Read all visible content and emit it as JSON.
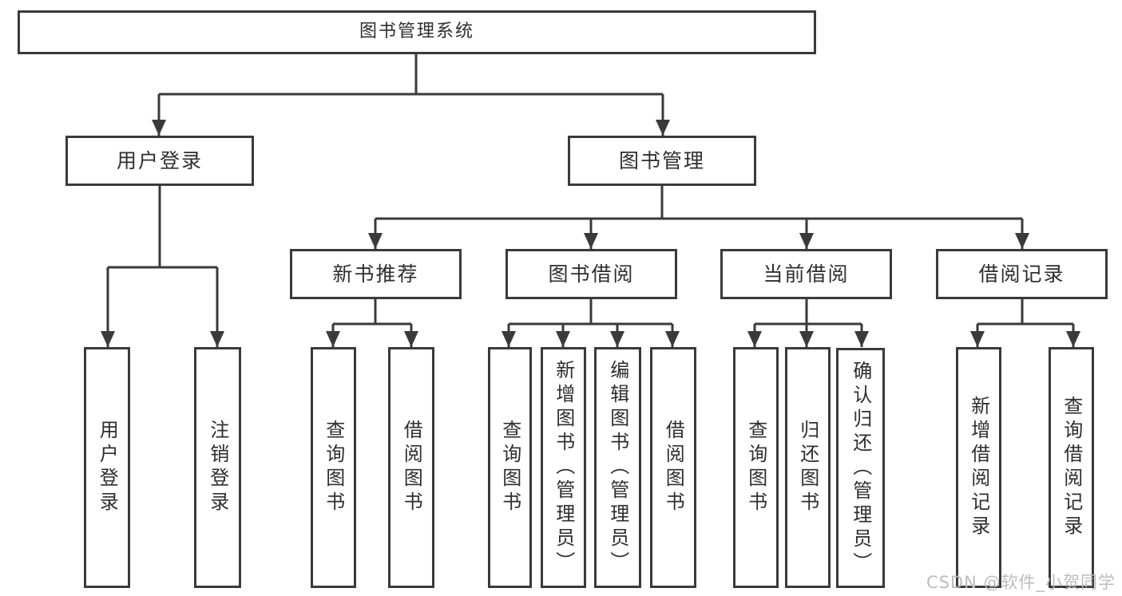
{
  "diagram": {
    "title_node": {
      "label": "图书管理系统"
    },
    "level2": [
      {
        "label": "用户登录"
      },
      {
        "label": "图书管理"
      }
    ],
    "level3": [
      {
        "label": "新书推荐",
        "parent": "图书管理"
      },
      {
        "label": "图书借阅",
        "parent": "图书管理"
      },
      {
        "label": "当前借阅",
        "parent": "图书管理"
      },
      {
        "label": "借阅记录",
        "parent": "图书管理"
      }
    ],
    "leaves": [
      {
        "label": "用户登录",
        "parent": "用户登录"
      },
      {
        "label": "注销登录",
        "parent": "用户登录"
      },
      {
        "label": "查询图书",
        "parent": "新书推荐"
      },
      {
        "label": "借阅图书",
        "parent": "新书推荐"
      },
      {
        "label": "查询图书",
        "parent": "图书借阅"
      },
      {
        "label": "新增图书（管理员）",
        "parent": "图书借阅"
      },
      {
        "label": "编辑图书（管理员）",
        "parent": "图书借阅"
      },
      {
        "label": "借阅图书",
        "parent": "图书借阅"
      },
      {
        "label": "查询图书",
        "parent": "当前借阅"
      },
      {
        "label": "归还图书",
        "parent": "当前借阅"
      },
      {
        "label": "确认归还（管理员）",
        "parent": "当前借阅"
      },
      {
        "label": "新增借阅记录",
        "parent": "借阅记录"
      },
      {
        "label": "查询借阅记录",
        "parent": "借阅记录"
      }
    ]
  },
  "watermark": {
    "text": "CSDN @软件_小贺同学"
  },
  "colors": {
    "line": "#3a3a3a",
    "text": "#2e2e2e",
    "box_background": "#ffffff",
    "watermark": "#bcbcbc"
  }
}
